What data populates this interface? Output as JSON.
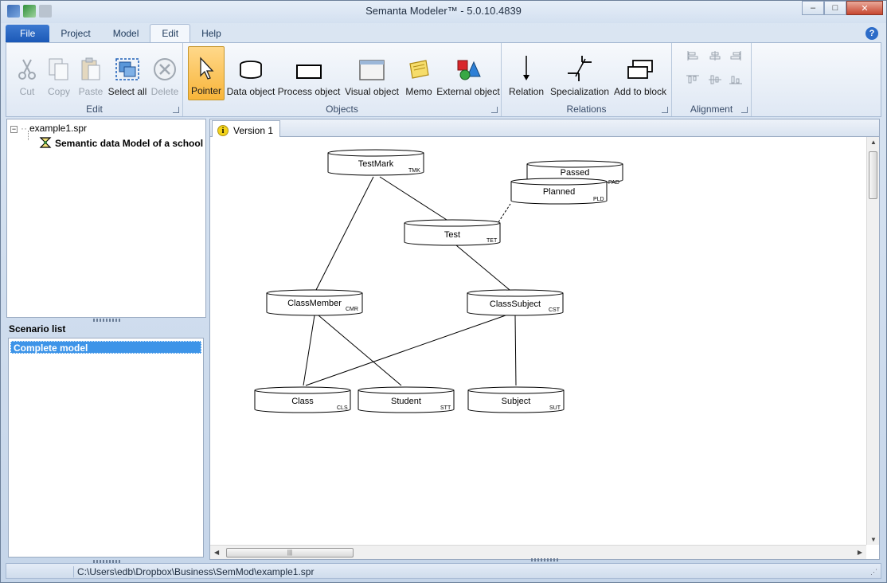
{
  "window": {
    "title": "Semanta Modeler™ - 5.0.10.4839",
    "controls": {
      "minimize": "–",
      "maximize": "□",
      "close": "✕"
    }
  },
  "ribbon_tabs": [
    {
      "label": "File"
    },
    {
      "label": "Project"
    },
    {
      "label": "Model"
    },
    {
      "label": "Edit"
    },
    {
      "label": "Help"
    }
  ],
  "help_glyph": "?",
  "ribbon": {
    "groups": {
      "edit": "Edit",
      "objects": "Objects",
      "relations": "Relations",
      "alignment": "Alignment"
    },
    "buttons": {
      "cut": "Cut",
      "copy": "Copy",
      "paste": "Paste",
      "select_all": "Select all",
      "delete": "Delete",
      "pointer": "Pointer",
      "data_object": "Data object",
      "process_object": "Process object",
      "visual_object": "Visual object",
      "memo": "Memo",
      "external_object": "External object",
      "relation": "Relation",
      "specialization": "Specialization",
      "add_to_block": "Add to block"
    }
  },
  "tree": {
    "root": "example1.spr",
    "child": "Semantic data Model of a school"
  },
  "scenario": {
    "title": "Scenario list",
    "items": [
      "Complete model"
    ]
  },
  "document": {
    "tab": "Version 1",
    "info_glyph": "i",
    "hscroll_grip": "|||"
  },
  "diagram": {
    "objects": {
      "testmark": {
        "name": "TestMark",
        "code": "TMK"
      },
      "passed": {
        "name": "Passed",
        "code": "PAD"
      },
      "planned": {
        "name": "Planned",
        "code": "PLD"
      },
      "test": {
        "name": "Test",
        "code": "TET"
      },
      "classmember": {
        "name": "ClassMember",
        "code": "CMR"
      },
      "classsubject": {
        "name": "ClassSubject",
        "code": "CST"
      },
      "class": {
        "name": "Class",
        "code": "CLS"
      },
      "student": {
        "name": "Student",
        "code": "STT"
      },
      "subject": {
        "name": "Subject",
        "code": "SUT"
      }
    }
  },
  "status": {
    "path": "C:\\Users\\edb\\Dropbox\\Business\\SemMod\\example1.spr"
  },
  "colors": {
    "pressed_button": "#f8b53a",
    "selection": "#3d94e8",
    "file_tab": "#1c59b7"
  }
}
